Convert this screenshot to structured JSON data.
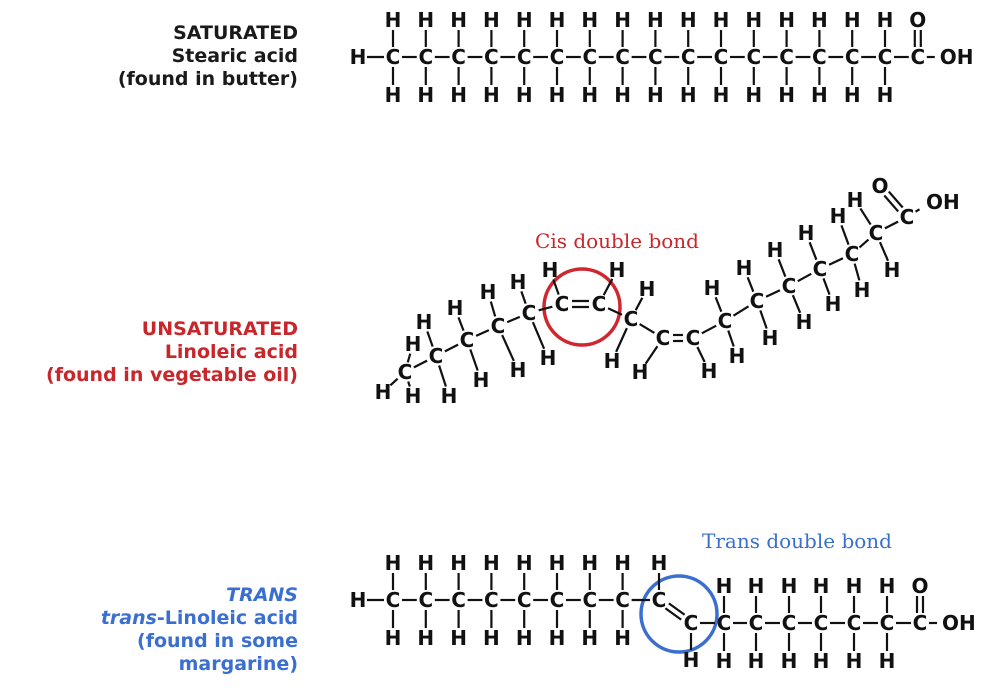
{
  "rows": [
    {
      "id": "saturated",
      "category": "SATURATED",
      "name": "Stearic acid",
      "source": "(found in butter)",
      "color": "#1a1a1a"
    },
    {
      "id": "unsaturated",
      "category": "UNSATURATED",
      "name": "Linoleic acid",
      "source": "(found in vegetable oil)",
      "color": "#c8262b",
      "annotation": "Cis double bond"
    },
    {
      "id": "trans",
      "category": "TRANS",
      "name_prefix": "trans",
      "name_suffix": "-Linoleic acid",
      "source_line1": "(found in some",
      "source_line2": "margarine)",
      "color": "#3a6fd0",
      "annotation": "Trans double bond"
    }
  ],
  "atoms": {
    "carbon": "C",
    "hydrogen": "H",
    "oxygen": "O",
    "hydroxyl": "OH"
  }
}
